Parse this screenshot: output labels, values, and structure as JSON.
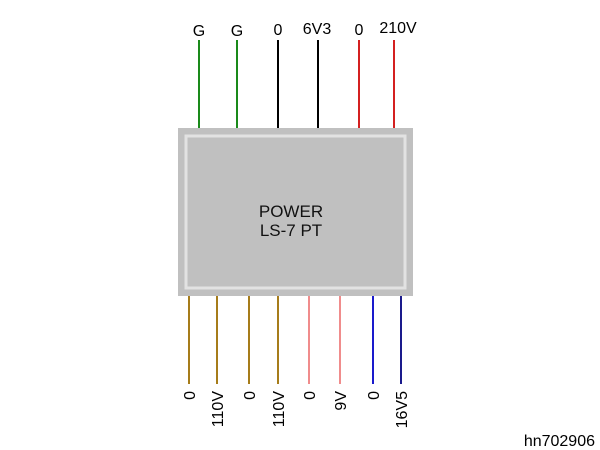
{
  "transformer": {
    "title_line1": "POWER",
    "title_line2": "LS-7 PT",
    "body_color": "#c0c0c0",
    "border_color": "#e2e2e2"
  },
  "top_leads": [
    {
      "label": "G",
      "color": "#1a8a1a"
    },
    {
      "label": "G",
      "color": "#1a8a1a"
    },
    {
      "label": "0",
      "color": "#000000"
    },
    {
      "label": "6V3",
      "color": "#000000"
    },
    {
      "label": "0",
      "color": "#d42020"
    },
    {
      "label": "210V",
      "color": "#d42020"
    }
  ],
  "bottom_leads": [
    {
      "label": "0",
      "color": "#a67c1a"
    },
    {
      "label": "110V",
      "color": "#a67c1a"
    },
    {
      "label": "0",
      "color": "#a67c1a"
    },
    {
      "label": "110V",
      "color": "#a67c1a"
    },
    {
      "label": "0",
      "color": "#f08c8c"
    },
    {
      "label": "9V",
      "color": "#f08c8c"
    },
    {
      "label": "0",
      "color": "#1a1acc"
    },
    {
      "label": "16V5",
      "color": "#1a1a8c"
    }
  ],
  "drawing_id": "hn702906"
}
